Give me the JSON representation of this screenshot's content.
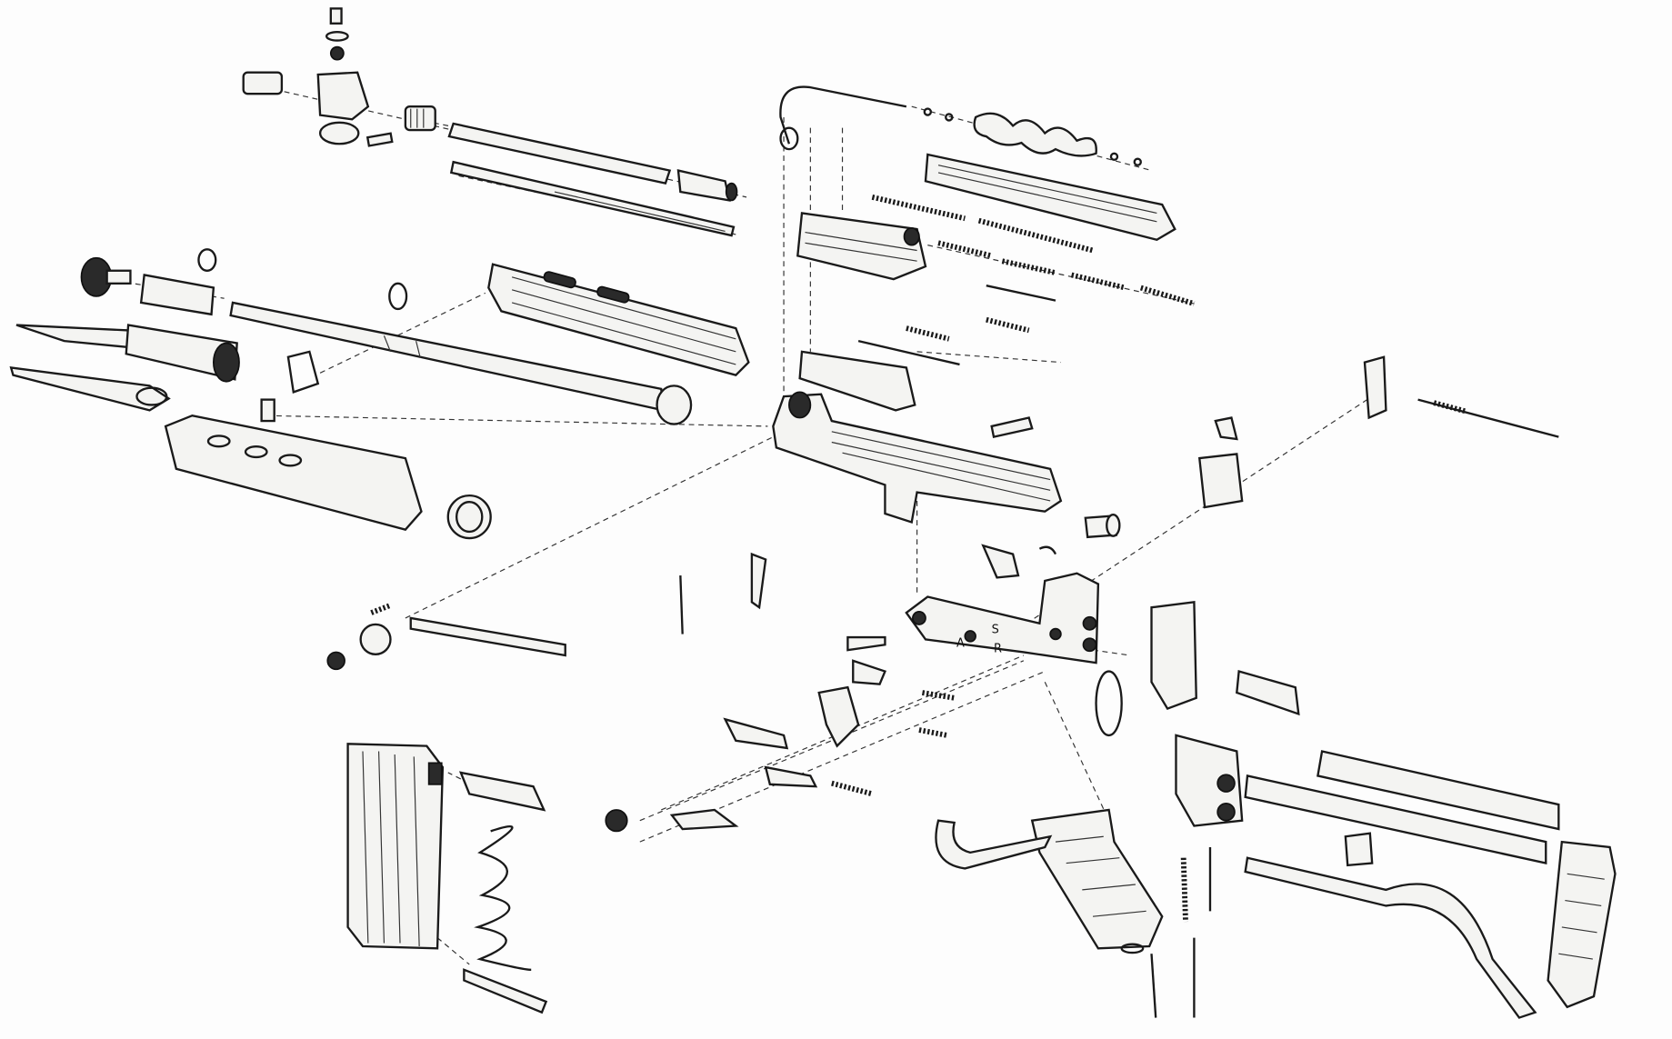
{
  "diagram": {
    "type": "exploded parts drawing",
    "receiver_markings": [
      "A",
      "S",
      "R"
    ],
    "ink_color": "#1a1a1a",
    "background_color": "#fdfdfd"
  }
}
